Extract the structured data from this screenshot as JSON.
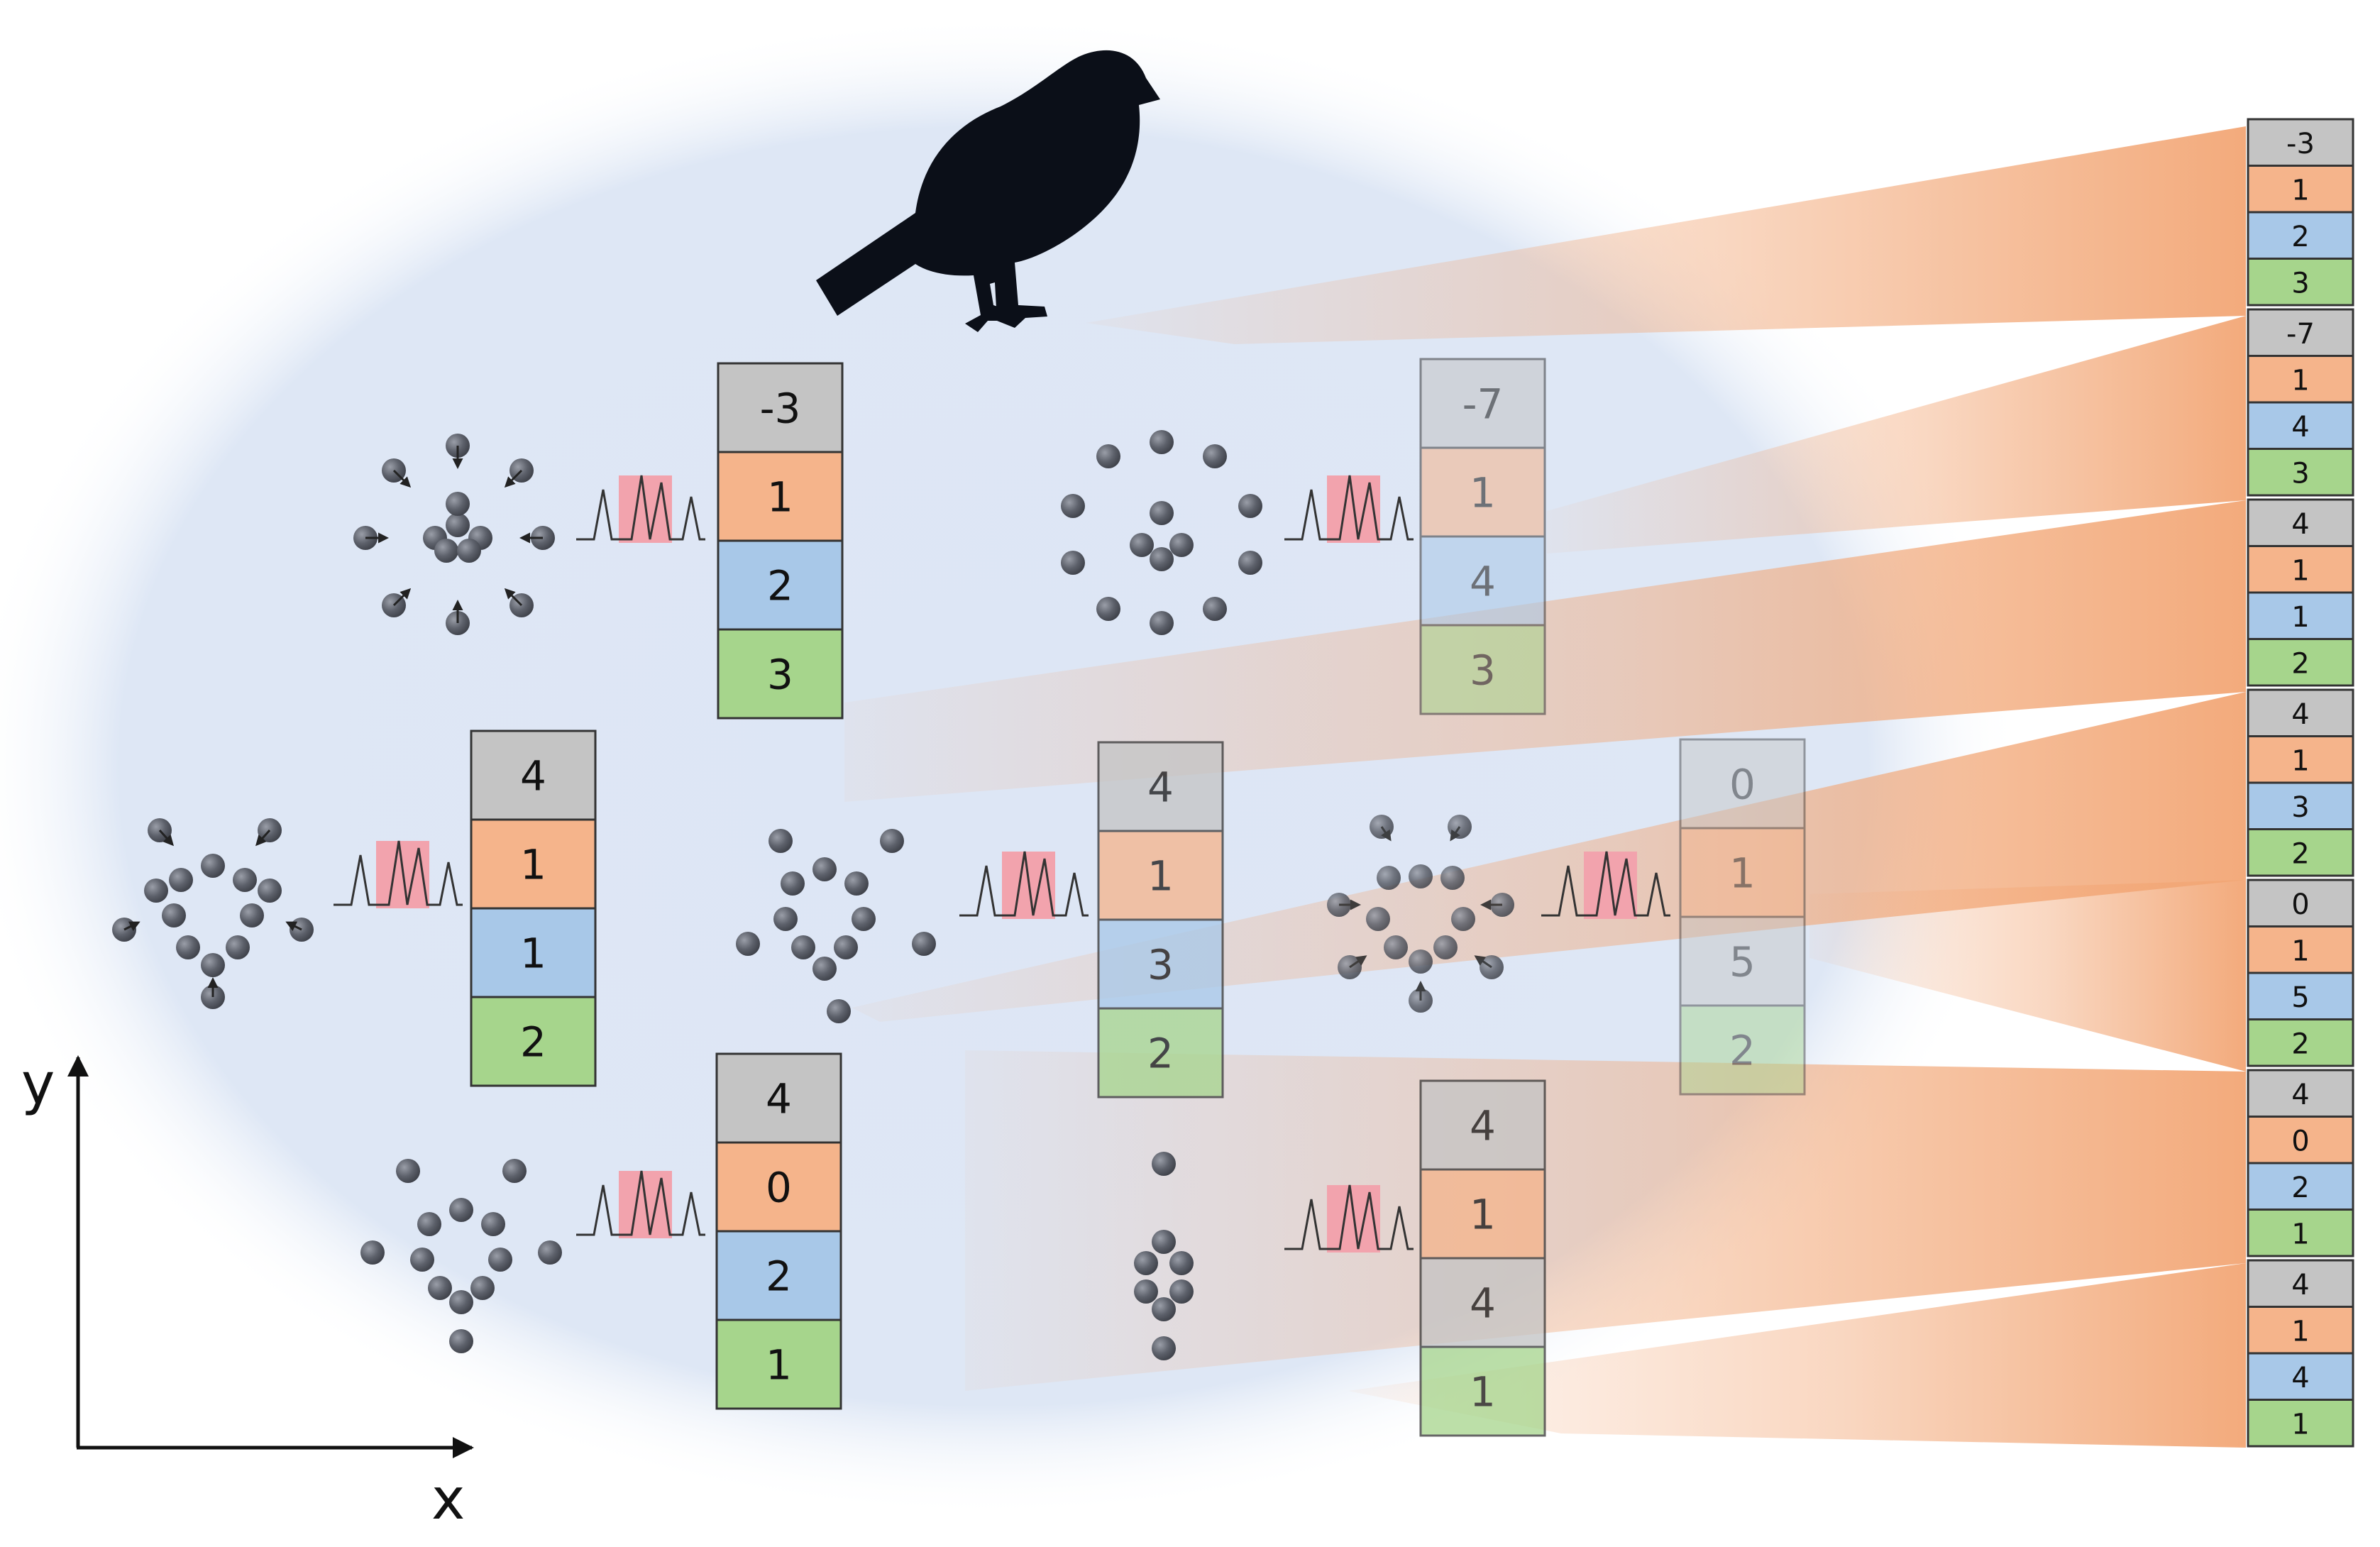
{
  "axes": {
    "x_label": "x",
    "y_label": "y"
  },
  "colors": {
    "background_cloud": "#dde6f5",
    "bird": "#0b0f18",
    "sphere": "#5a5d66",
    "beam": "#f2a675",
    "spectrum_highlight": "#f2a3ad",
    "cell_gray": "#c4c4c4",
    "cell_orange": "#f5b48b",
    "cell_blue": "#a8c8e8",
    "cell_green": "#a6d58c"
  },
  "map_vectors": [
    {
      "id": "A",
      "opacity": 1.0,
      "cells": [
        "-3",
        "1",
        "2",
        "3"
      ],
      "cell_colors": [
        "gray",
        "orange",
        "blue",
        "green"
      ]
    },
    {
      "id": "B",
      "opacity": 0.55,
      "cells": [
        "-7",
        "1",
        "4",
        "3"
      ],
      "cell_colors": [
        "gray",
        "orange",
        "blue",
        "green"
      ]
    },
    {
      "id": "C",
      "opacity": 1.0,
      "cells": [
        "4",
        "1",
        "1",
        "2"
      ],
      "cell_colors": [
        "gray",
        "orange",
        "blue",
        "green"
      ]
    },
    {
      "id": "D",
      "opacity": 0.75,
      "cells": [
        "4",
        "1",
        "3",
        "2"
      ],
      "cell_colors": [
        "gray",
        "orange",
        "blue",
        "green"
      ]
    },
    {
      "id": "E",
      "opacity": 0.45,
      "cells": [
        "0",
        "1",
        "5",
        "2"
      ],
      "cell_colors": [
        "gray",
        "orange",
        "gray",
        "green"
      ]
    },
    {
      "id": "F",
      "opacity": 1.0,
      "cells": [
        "4",
        "0",
        "2",
        "1"
      ],
      "cell_colors": [
        "gray",
        "orange",
        "blue",
        "green"
      ]
    },
    {
      "id": "G",
      "opacity": 0.75,
      "cells": [
        "4",
        "1",
        "4",
        "1"
      ],
      "cell_colors": [
        "gray",
        "orange",
        "gray",
        "green"
      ]
    }
  ],
  "archive_stack": [
    {
      "cells": [
        "-3",
        "1",
        "2",
        "3"
      ]
    },
    {
      "cells": [
        "-7",
        "1",
        "4",
        "3"
      ]
    },
    {
      "cells": [
        "4",
        "1",
        "1",
        "2"
      ]
    },
    {
      "cells": [
        "4",
        "1",
        "3",
        "2"
      ]
    },
    {
      "cells": [
        "0",
        "1",
        "5",
        "2"
      ]
    },
    {
      "cells": [
        "4",
        "0",
        "2",
        "1"
      ]
    },
    {
      "cells": [
        "4",
        "1",
        "4",
        "1"
      ]
    }
  ]
}
